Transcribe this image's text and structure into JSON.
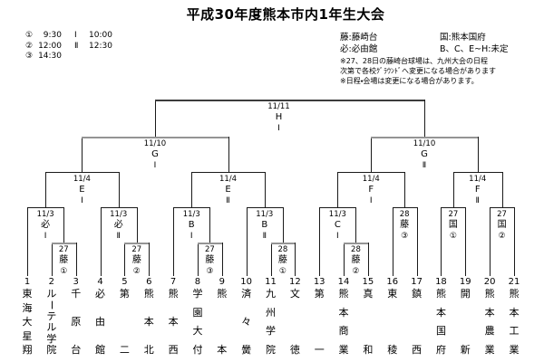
{
  "title": "平成30年度熊本市内1年生大会",
  "schedule": [
    {
      "slot": "①",
      "time": "9:30",
      "slot2": "Ⅰ",
      "time2": "10:00"
    },
    {
      "slot": "②",
      "time": "12:00",
      "slot2": "Ⅱ",
      "time2": "12:30"
    },
    {
      "slot": "③",
      "time": "14:30",
      "slot2": "",
      "time2": ""
    }
  ],
  "legend": {
    "col1": [
      "藤:藤崎台",
      "必:必由館"
    ],
    "col2": [
      "国:熊本国府",
      "B、C、E~H:未定"
    ],
    "notes": [
      "※27、28日の藤崎台球場は、九州大会の日程",
      "次第で各校ｸﾞﾗｳﾝﾄﾞへ変更になる場合があります",
      "※日程・会場は変更になる場合があります。"
    ]
  },
  "bracket": {
    "teams": [
      {
        "num": "1",
        "name": "東海大星翔"
      },
      {
        "num": "2",
        "name": "ルーテル学院"
      },
      {
        "num": "3",
        "name": "千原台"
      },
      {
        "num": "4",
        "name": "必由館"
      },
      {
        "num": "5",
        "name": "第二"
      },
      {
        "num": "6",
        "name": "熊本北"
      },
      {
        "num": "7",
        "name": "熊本西"
      },
      {
        "num": "8",
        "name": "学園大付"
      },
      {
        "num": "9",
        "name": "熊本"
      },
      {
        "num": "10",
        "name": "済々黌"
      },
      {
        "num": "11",
        "name": "九州学院"
      },
      {
        "num": "12",
        "name": "文徳"
      },
      {
        "num": "13",
        "name": "第一"
      },
      {
        "num": "14",
        "name": "熊本商業"
      },
      {
        "num": "15",
        "name": "真和"
      },
      {
        "num": "16",
        "name": "東稜"
      },
      {
        "num": "17",
        "name": "鎮西"
      },
      {
        "num": "18",
        "name": "熊本国府"
      },
      {
        "num": "19",
        "name": "開新"
      },
      {
        "num": "20",
        "name": "熊本農業"
      },
      {
        "num": "21",
        "name": "熊本工業"
      }
    ],
    "matches": [
      {
        "id": "M1",
        "level": 1,
        "a": "T2",
        "b": "T3",
        "label": [
          "27",
          "藤",
          "①"
        ]
      },
      {
        "id": "M2",
        "level": 1,
        "a": "T5",
        "b": "T6",
        "label": [
          "27",
          "藤",
          "②"
        ]
      },
      {
        "id": "M3",
        "level": 1,
        "a": "T8",
        "b": "T9",
        "label": [
          "27",
          "藤",
          "③"
        ]
      },
      {
        "id": "M4",
        "level": 1,
        "a": "T11",
        "b": "T12",
        "label": [
          "28",
          "藤",
          "①"
        ]
      },
      {
        "id": "M5",
        "level": 1,
        "a": "T14",
        "b": "T15",
        "label": [
          "28",
          "藤",
          "②"
        ]
      },
      {
        "id": "Q1",
        "level": 2,
        "a": "T1",
        "b": "M1",
        "label": [
          "11/3",
          "必",
          "Ⅰ"
        ]
      },
      {
        "id": "Q2",
        "level": 2,
        "a": "T4",
        "b": "M2",
        "label": [
          "11/3",
          "必",
          "Ⅱ"
        ]
      },
      {
        "id": "Q3",
        "level": 2,
        "a": "T7",
        "b": "M3",
        "label": [
          "11/3",
          "B",
          "Ⅰ"
        ]
      },
      {
        "id": "Q4",
        "level": 2,
        "a": "T10",
        "b": "M4",
        "label": [
          "11/3",
          "B",
          "Ⅱ"
        ]
      },
      {
        "id": "Q5",
        "level": 2,
        "a": "T13",
        "b": "M5",
        "label": [
          "11/3",
          "C",
          "Ⅰ"
        ]
      },
      {
        "id": "R6",
        "level": 2,
        "a": "T16",
        "b": "T17",
        "label": [
          "28",
          "藤",
          "③"
        ]
      },
      {
        "id": "R7",
        "level": 2,
        "a": "T18",
        "b": "T19",
        "label": [
          "27",
          "国",
          "①"
        ]
      },
      {
        "id": "R8",
        "level": 2,
        "a": "T20",
        "b": "T21",
        "label": [
          "27",
          "国",
          "②"
        ]
      },
      {
        "id": "E1",
        "level": 3,
        "a": "Q1",
        "b": "Q2",
        "label": [
          "11/4",
          "E",
          "Ⅰ"
        ]
      },
      {
        "id": "E2",
        "level": 3,
        "a": "Q3",
        "b": "Q4",
        "label": [
          "11/4",
          "E",
          "Ⅱ"
        ]
      },
      {
        "id": "F1",
        "level": 3,
        "a": "Q5",
        "b": "R6",
        "label": [
          "11/4",
          "F",
          "Ⅰ"
        ]
      },
      {
        "id": "F2",
        "level": 3,
        "a": "R7",
        "b": "R8",
        "label": [
          "11/4",
          "F",
          "Ⅱ"
        ]
      },
      {
        "id": "G1",
        "level": 4,
        "a": "E1",
        "b": "E2",
        "label": [
          "11/10",
          "G",
          "Ⅰ"
        ]
      },
      {
        "id": "G2",
        "level": 4,
        "a": "F1",
        "b": "F2",
        "label": [
          "11/10",
          "G",
          "Ⅱ"
        ]
      },
      {
        "id": "H1",
        "level": 5,
        "a": "G1",
        "b": "G2",
        "label": [
          "11/11",
          "H",
          "Ⅰ"
        ],
        "label_dx": -12
      }
    ]
  }
}
